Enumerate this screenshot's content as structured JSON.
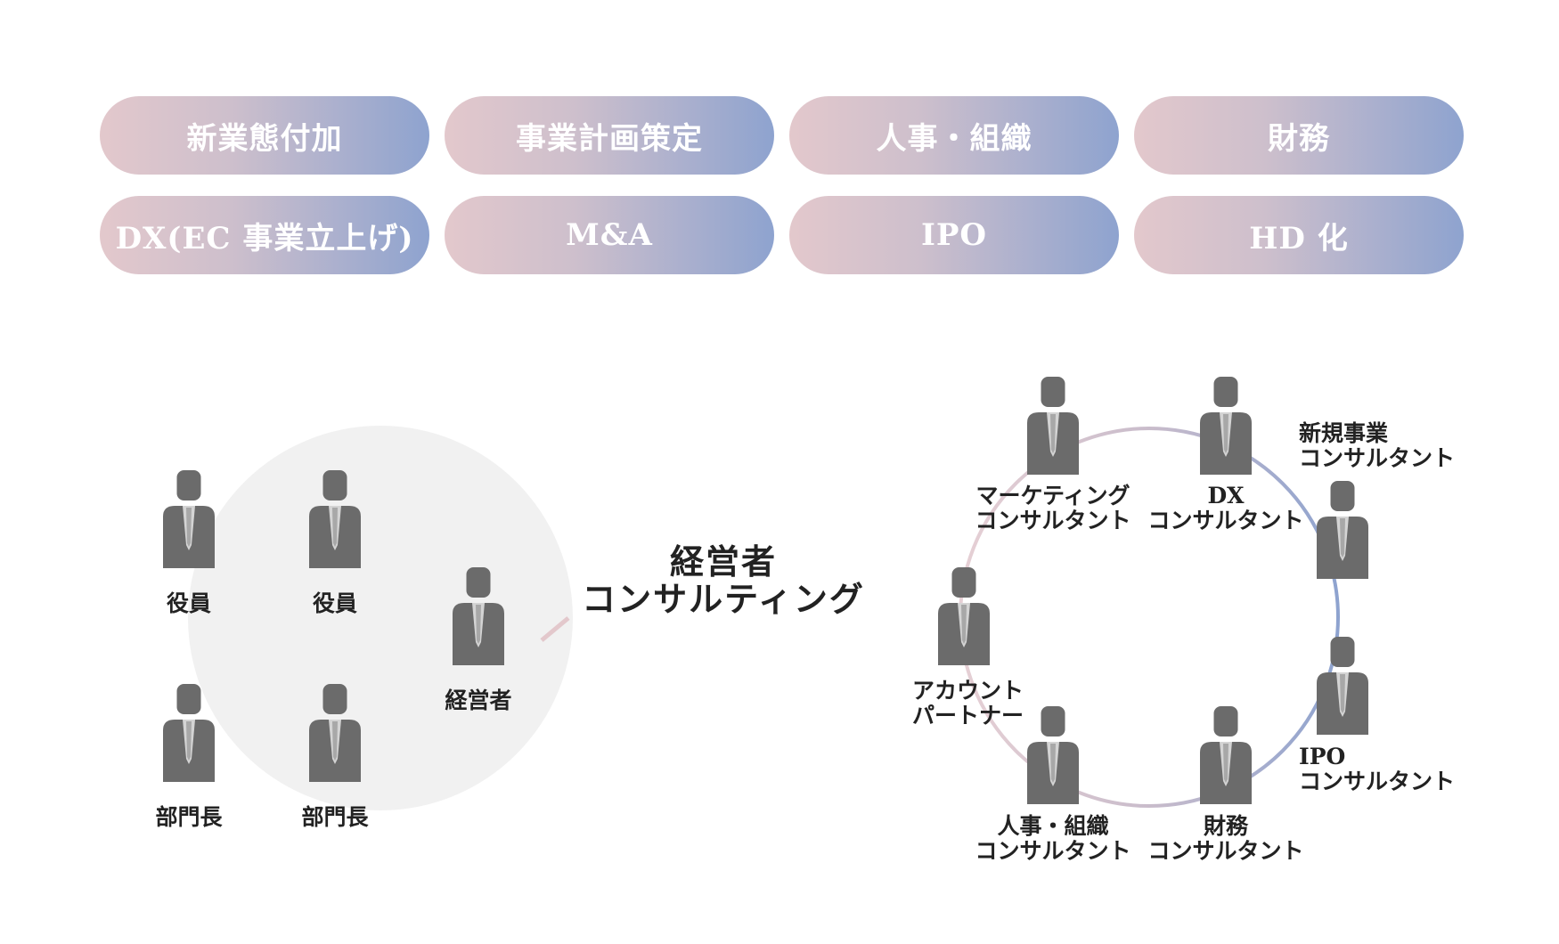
{
  "pills": [
    "新業態付加",
    "事業計画策定",
    "人事・組織",
    "財務",
    "DX(EC 事業立上げ)",
    "M&A",
    "IPO",
    "HD 化"
  ],
  "client_group": {
    "officers": [
      "役員",
      "役員"
    ],
    "managers": [
      "部門長",
      "部門長"
    ],
    "executive": "経営者"
  },
  "arrow_label": [
    "経営者",
    "コンサルティング"
  ],
  "consultant_team": {
    "account_partner": [
      "アカウント",
      "パートナー"
    ],
    "marketing": [
      "マーケティング",
      "コンサルタント"
    ],
    "dx": [
      "DX",
      "コンサルタント"
    ],
    "new_business": [
      "新規事業",
      "コンサルタント"
    ],
    "ipo": [
      "IPO",
      "コンサルタント"
    ],
    "finance": [
      "財務",
      "コンサルタント"
    ],
    "hr": [
      "人事・組織",
      "コンサルタント"
    ]
  },
  "colors": {
    "pill_start": "#e3c8cc",
    "pill_end": "#8ea3cf",
    "person": "#6b6b6b",
    "shirt": "#d4d4d4",
    "client_circle": "#f1f1f1",
    "ring_pink": "#dcc5cb",
    "ring_blue": "#8ea3cf"
  }
}
